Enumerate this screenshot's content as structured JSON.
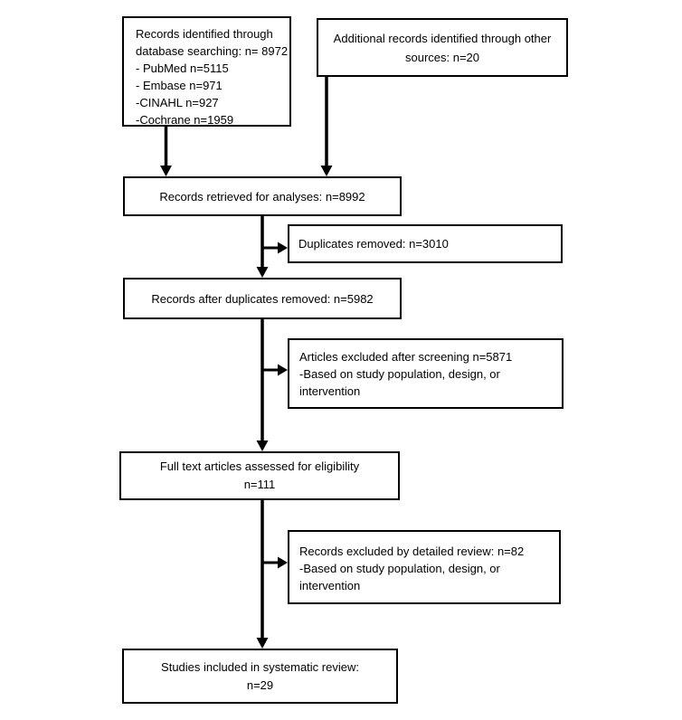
{
  "diagram": {
    "type": "prisma-flowchart",
    "colors": {
      "background": "#ffffff",
      "box_border": "#000000",
      "text": "#000000",
      "arrow": "#000000"
    },
    "boxes": {
      "identified": {
        "lines": [
          "Records identified through",
          "database searching: n= 8972",
          "- PubMed n=5115",
          "- Embase n=971",
          "-CINAHL n=927",
          "-Cochrane n=1959"
        ]
      },
      "additional": {
        "lines": [
          "Additional records identified through other",
          "sources: n=20"
        ]
      },
      "retrieved": {
        "lines": [
          "Records retrieved for analyses: n=8992"
        ]
      },
      "duplicates_removed": {
        "lines": [
          "Duplicates removed: n=3010"
        ]
      },
      "after_duplicates": {
        "lines": [
          "Records after duplicates removed: n=5982"
        ]
      },
      "excluded_screening": {
        "lines": [
          "Articles excluded after screening n=5871",
          "-Based on study population, design, or",
          "intervention"
        ]
      },
      "full_text": {
        "lines": [
          "Full text articles assessed for eligibility",
          "n=111"
        ]
      },
      "excluded_review": {
        "lines": [
          "Records excluded by detailed review: n=82",
          "-Based on study population, design, or",
          "intervention"
        ]
      },
      "included": {
        "lines": [
          "Studies included in systematic review:",
          "n=29"
        ]
      }
    }
  }
}
